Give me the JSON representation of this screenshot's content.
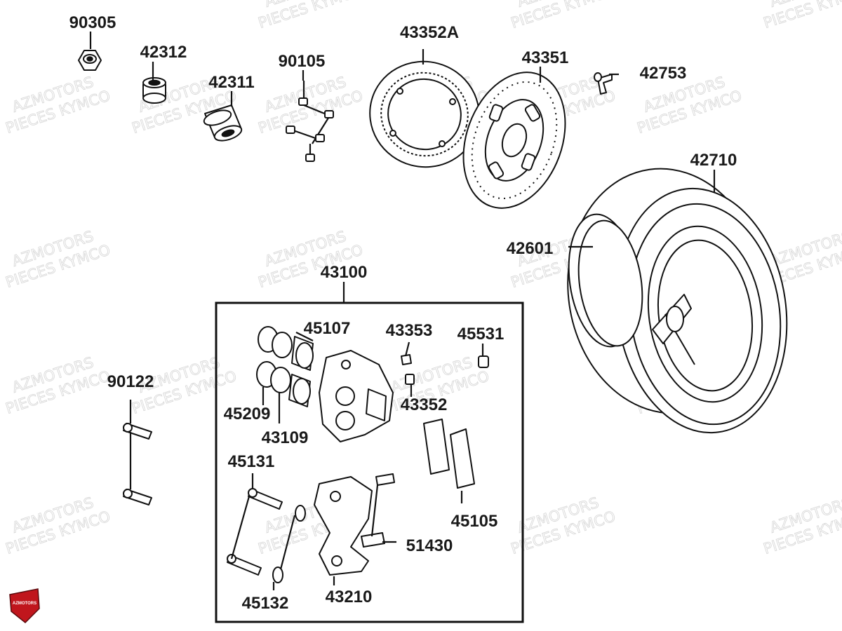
{
  "watermark": {
    "line1": "AZMOTORS",
    "line2": "PIECES KYMCO"
  },
  "logo": {
    "text": "AZMOTORS",
    "color": "#c0161d"
  },
  "parts": [
    {
      "id": "90305",
      "label": "90305"
    },
    {
      "id": "42312",
      "label": "42312"
    },
    {
      "id": "42311",
      "label": "42311"
    },
    {
      "id": "90105",
      "label": "90105"
    },
    {
      "id": "43352A",
      "label": "43352A"
    },
    {
      "id": "43351",
      "label": "43351"
    },
    {
      "id": "42753",
      "label": "42753"
    },
    {
      "id": "42710",
      "label": "42710"
    },
    {
      "id": "42601",
      "label": "42601"
    },
    {
      "id": "43100",
      "label": "43100"
    },
    {
      "id": "45107",
      "label": "45107"
    },
    {
      "id": "43353",
      "label": "43353"
    },
    {
      "id": "45531",
      "label": "45531"
    },
    {
      "id": "45209",
      "label": "45209"
    },
    {
      "id": "43352",
      "label": "43352"
    },
    {
      "id": "43109",
      "label": "43109"
    },
    {
      "id": "45131",
      "label": "45131"
    },
    {
      "id": "45105",
      "label": "45105"
    },
    {
      "id": "51430",
      "label": "51430"
    },
    {
      "id": "45132",
      "label": "45132"
    },
    {
      "id": "43210",
      "label": "43210"
    },
    {
      "id": "90122",
      "label": "90122"
    }
  ]
}
